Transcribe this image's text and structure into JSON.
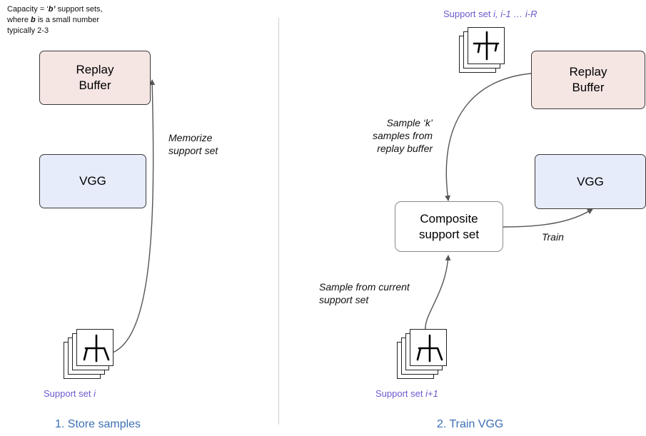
{
  "left": {
    "capacity_note": {
      "line1_pre": "Capacity = ‘",
      "line1_b": "b’",
      "line1_post": " support sets,",
      "line2_pre": "where ",
      "line2_b": "b",
      "line2_post": " is a small number",
      "line3": "typically 2-3"
    },
    "replay_buffer": {
      "line1": "Replay",
      "line2": "Buffer"
    },
    "vgg": "VGG",
    "arrow_label": {
      "line1": "Memorize",
      "line2": "support set"
    },
    "support_set": {
      "prefix": "Support set ",
      "index": "i"
    },
    "footer": "1.  Store samples"
  },
  "right": {
    "support_set_top": {
      "prefix": "Support set ",
      "index": "i, i-1 … i-R"
    },
    "replay_buffer": {
      "line1": "Replay",
      "line2": "Buffer"
    },
    "vgg": "VGG",
    "composite": {
      "line1": "Composite",
      "line2": "support set"
    },
    "sample_k_label": {
      "line1": "Sample ‘k’",
      "line2": "samples from",
      "line3": "replay buffer"
    },
    "train_label": "Train",
    "sample_current_label": {
      "line1": "Sample from current",
      "line2": "support set"
    },
    "support_set_bottom": {
      "prefix": "Support set ",
      "index": "i+1"
    },
    "footer": "2. Train VGG"
  },
  "colors": {
    "replay_fill": "#f5e6e4",
    "vgg_fill": "#e6ecfa",
    "support_label": "#6a5acd",
    "footer_text": "#3c6fb4"
  },
  "icons": [
    "glyph-card-stack-icon"
  ]
}
